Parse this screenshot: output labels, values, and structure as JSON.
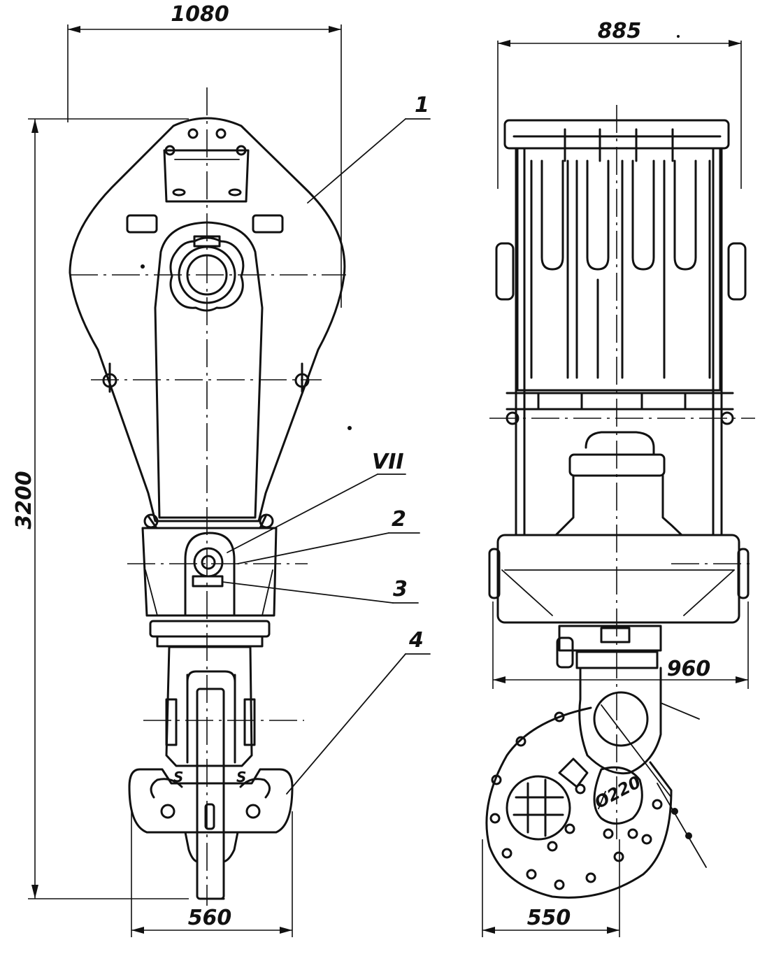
{
  "dimensions": {
    "front_width": "1080",
    "front_height": "3200",
    "front_bottom_width": "560",
    "side_width": "885",
    "side_body_width": "960",
    "side_flange_width": "550",
    "pin_diameter": "Ø220"
  },
  "callouts": {
    "c1": "1",
    "c2": "2",
    "c3": "3",
    "c4": "4",
    "c7": "VII"
  }
}
